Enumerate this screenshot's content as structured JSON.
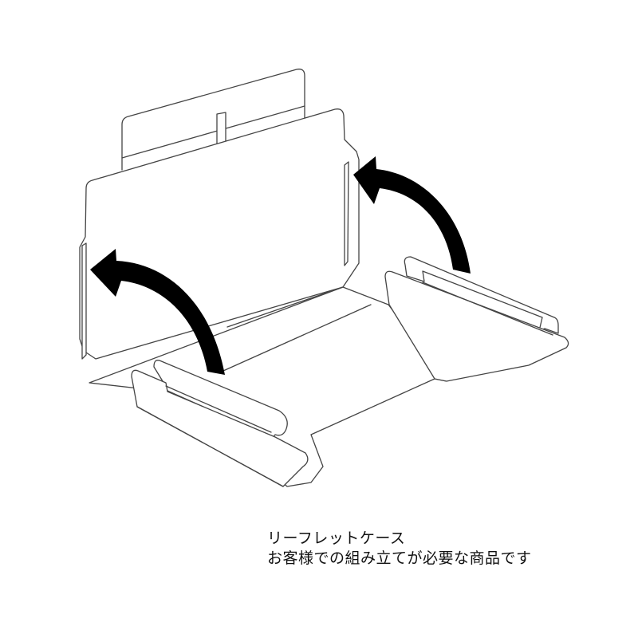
{
  "diagram": {
    "type": "assembly-instruction",
    "subject": "leaflet case",
    "colors": {
      "line": "#444444",
      "arrow": "#000000",
      "background": "#ffffff",
      "text": "#111111"
    },
    "arrows": [
      {
        "id": "left-fold-arrow",
        "meaning": "fold left side flap upward",
        "direction": "up-left"
      },
      {
        "id": "right-fold-arrow",
        "meaning": "fold right side flap upward",
        "direction": "up-left"
      }
    ]
  },
  "caption": {
    "product_name": "リーフレットケース",
    "note": "お客様での組み立てが必要な商品です"
  }
}
